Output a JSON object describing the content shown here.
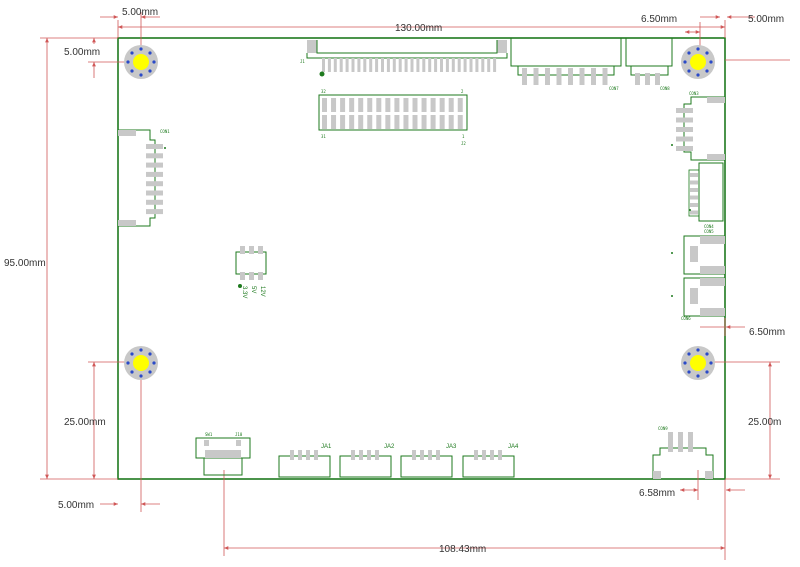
{
  "colors": {
    "board_outline": "#1e7a1e",
    "dimension_line": "#d05858",
    "pad_grey": "#c8c8c8",
    "mount_yellow": "#ffff00",
    "via_blue": "#2a4ac8"
  },
  "dimensions": {
    "top_left_offset": "5.00mm",
    "board_width": "130.00mm",
    "top_right_connector": "6.50mm",
    "top_right_offset": "5.00mm",
    "left_top_offset": "5.00mm",
    "board_height": "95.00mm",
    "left_hole_height": "25.00mm",
    "bottom_left_offset": "5.00mm",
    "right_connector_offset": "6.50mm",
    "right_hole_height": "25.00m",
    "bottom_right_connector": "6.58mm",
    "bottom_span": "108.43mm"
  },
  "labels": {
    "main_header_top": "32",
    "main_header_top_right": "2",
    "main_header_bottom": "31",
    "main_header_bottom_right": "1",
    "j1": "J1",
    "j2": "J2",
    "con_left": "CON1",
    "con7": "CON7",
    "con8": "CON8",
    "con3": "CON3",
    "con4": "CON4",
    "con5": "CON5",
    "con6": "CON6",
    "con9": "CON9",
    "voltage_33": "3.3V",
    "voltage_5": "5V",
    "voltage_12": "12V",
    "ja1": "JA1",
    "ja2": "JA2",
    "ja3": "JA3",
    "ja4": "JA4",
    "usb_top_left": "SW1",
    "usb_top_right": "J10"
  }
}
